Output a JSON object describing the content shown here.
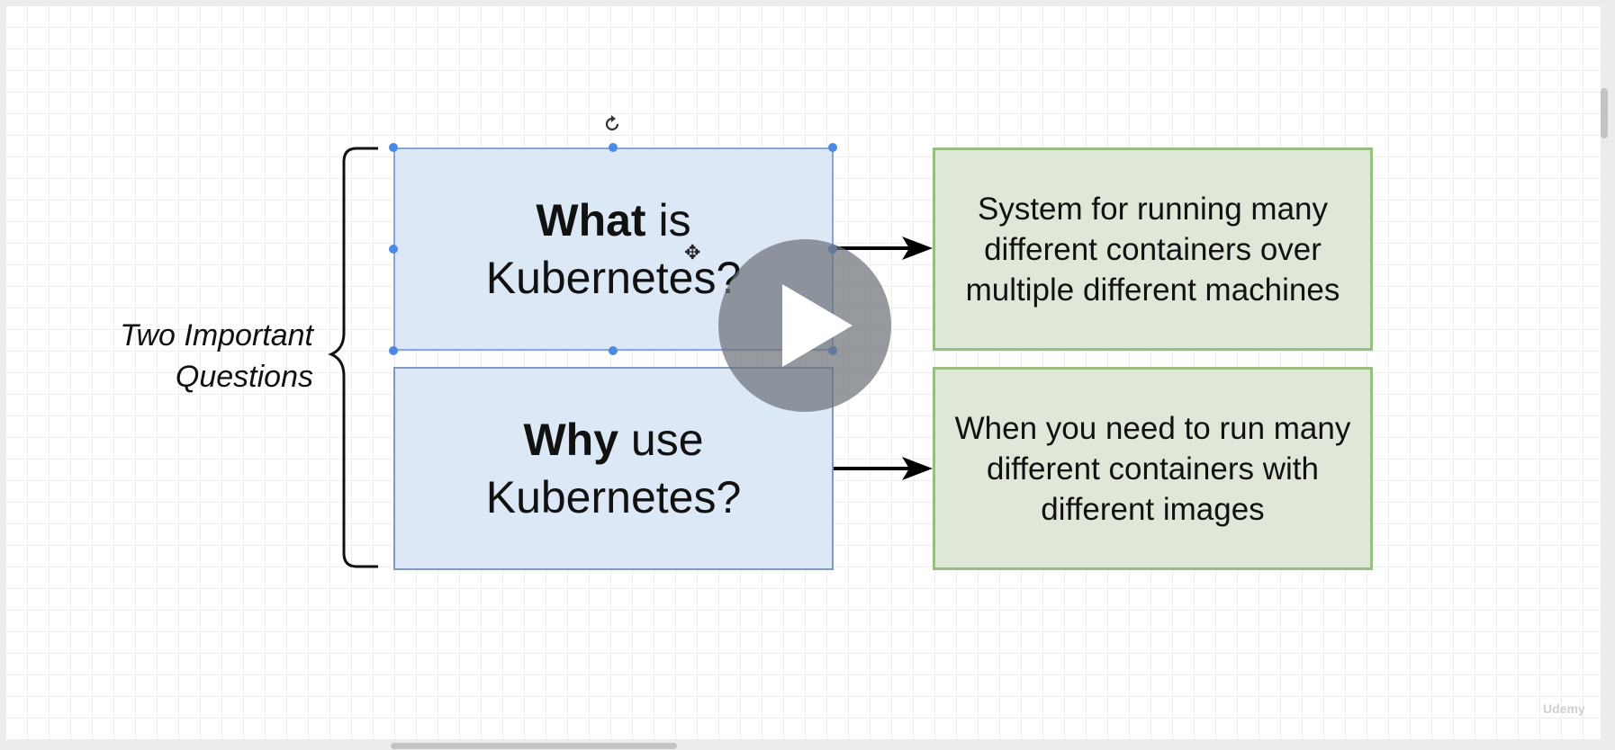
{
  "diagram": {
    "group_label_line1": "Two Important",
    "group_label_line2": "Questions",
    "questions": [
      {
        "bold": "What",
        "rest": " is",
        "line2": "Kubernetes?"
      },
      {
        "bold": "Why",
        "rest": " use",
        "line2": "Kubernetes?"
      }
    ],
    "answers": [
      {
        "line1": "System for running many",
        "line2": "different containers over",
        "line3": "multiple different machines"
      },
      {
        "line1": "When you need to run many",
        "line2": "different containers with",
        "line3": "different images"
      }
    ]
  },
  "video": {
    "play_icon": "play-icon",
    "watermark": "Udemy"
  },
  "colors": {
    "question_fill": "#dde8f7",
    "question_border": "#7d99c4",
    "answer_fill": "#dfe8d8",
    "answer_border": "#98be82",
    "selection_handle": "#4c88e6",
    "play_overlay": "#6e7278"
  }
}
